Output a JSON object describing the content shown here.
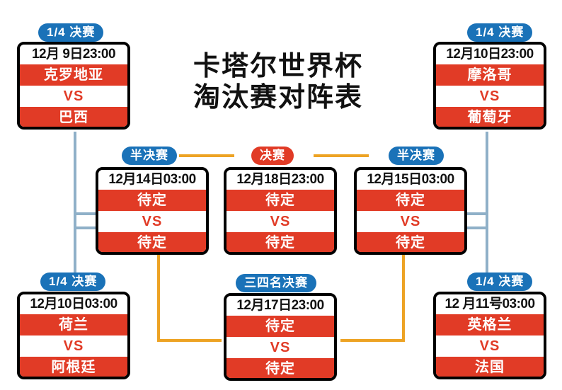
{
  "title": {
    "line1": "卡塔尔世界杯",
    "line2": "淘汰赛对阵表"
  },
  "labels": {
    "quarter": "1/4 决赛",
    "semi": "半决赛",
    "final": "决赛",
    "third": "三四名决赛"
  },
  "colors": {
    "pill_blue": "#1a72b8",
    "pill_red": "#e13b26",
    "band_red": "#e13b26",
    "connector_blue": "#8fb0c8",
    "connector_orange": "#eda324",
    "box_border": "#000000",
    "text_dark": "#111111"
  },
  "vs_text": "VS",
  "matches": {
    "qf_top_left": {
      "round": "1/4 决赛",
      "date": "12月 9日23:00",
      "team1": "克罗地亚",
      "vs": "VS",
      "team2": "巴西"
    },
    "qf_top_right": {
      "round": "1/4 决赛",
      "date": "12月10日23:00",
      "team1": "摩洛哥",
      "vs": "VS",
      "team2": "葡萄牙"
    },
    "qf_bottom_left": {
      "round": "1/4 决赛",
      "date": "12月10日03:00",
      "team1": "荷兰",
      "vs": "VS",
      "team2": "阿根廷"
    },
    "qf_bottom_right": {
      "round": "1/4 决赛",
      "date": "12 月11号03:00",
      "team1": "英格兰",
      "vs": "VS",
      "team2": "法国"
    },
    "semi_left": {
      "round": "半决赛",
      "date": "12月14日03:00",
      "team1": "待定",
      "vs": "VS",
      "team2": "待定"
    },
    "semi_right": {
      "round": "半决赛",
      "date": "12月15日03:00",
      "team1": "待定",
      "vs": "VS",
      "team2": "待定"
    },
    "final": {
      "round": "决赛",
      "date": "12月18日23:00",
      "team1": "待定",
      "vs": "VS",
      "team2": "待定"
    },
    "third_place": {
      "round": "三四名决赛",
      "date": "12月17日23:00",
      "team1": "待定",
      "vs": "VS",
      "team2": "待定"
    }
  }
}
